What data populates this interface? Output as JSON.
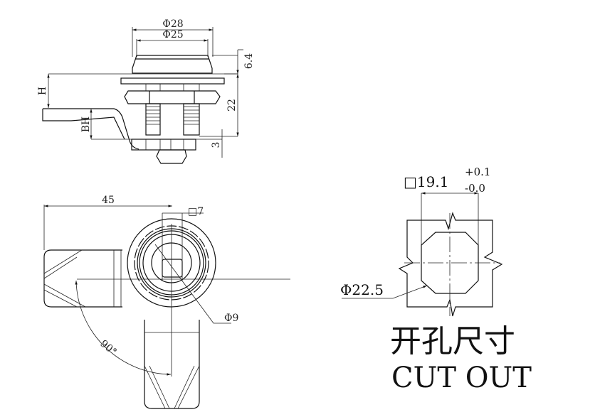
{
  "side_view": {
    "dia_outer": "Φ28",
    "dia_inner": "Φ25",
    "cap_height": "6.4",
    "body_height": "22",
    "base_thickness": "3",
    "handle_height": "H",
    "handle_base_height": "BH"
  },
  "front_view": {
    "handle_length": "45",
    "square_drive": "□7",
    "dia_center": "Φ9",
    "rotation_angle": "90°"
  },
  "cutout": {
    "square_size": "□19.1",
    "tol_plus": "+0.1",
    "tol_minus": "-0.0",
    "diameter": "Φ22.5",
    "title_cn": "开孔尺寸",
    "title_en": "CUT OUT"
  }
}
